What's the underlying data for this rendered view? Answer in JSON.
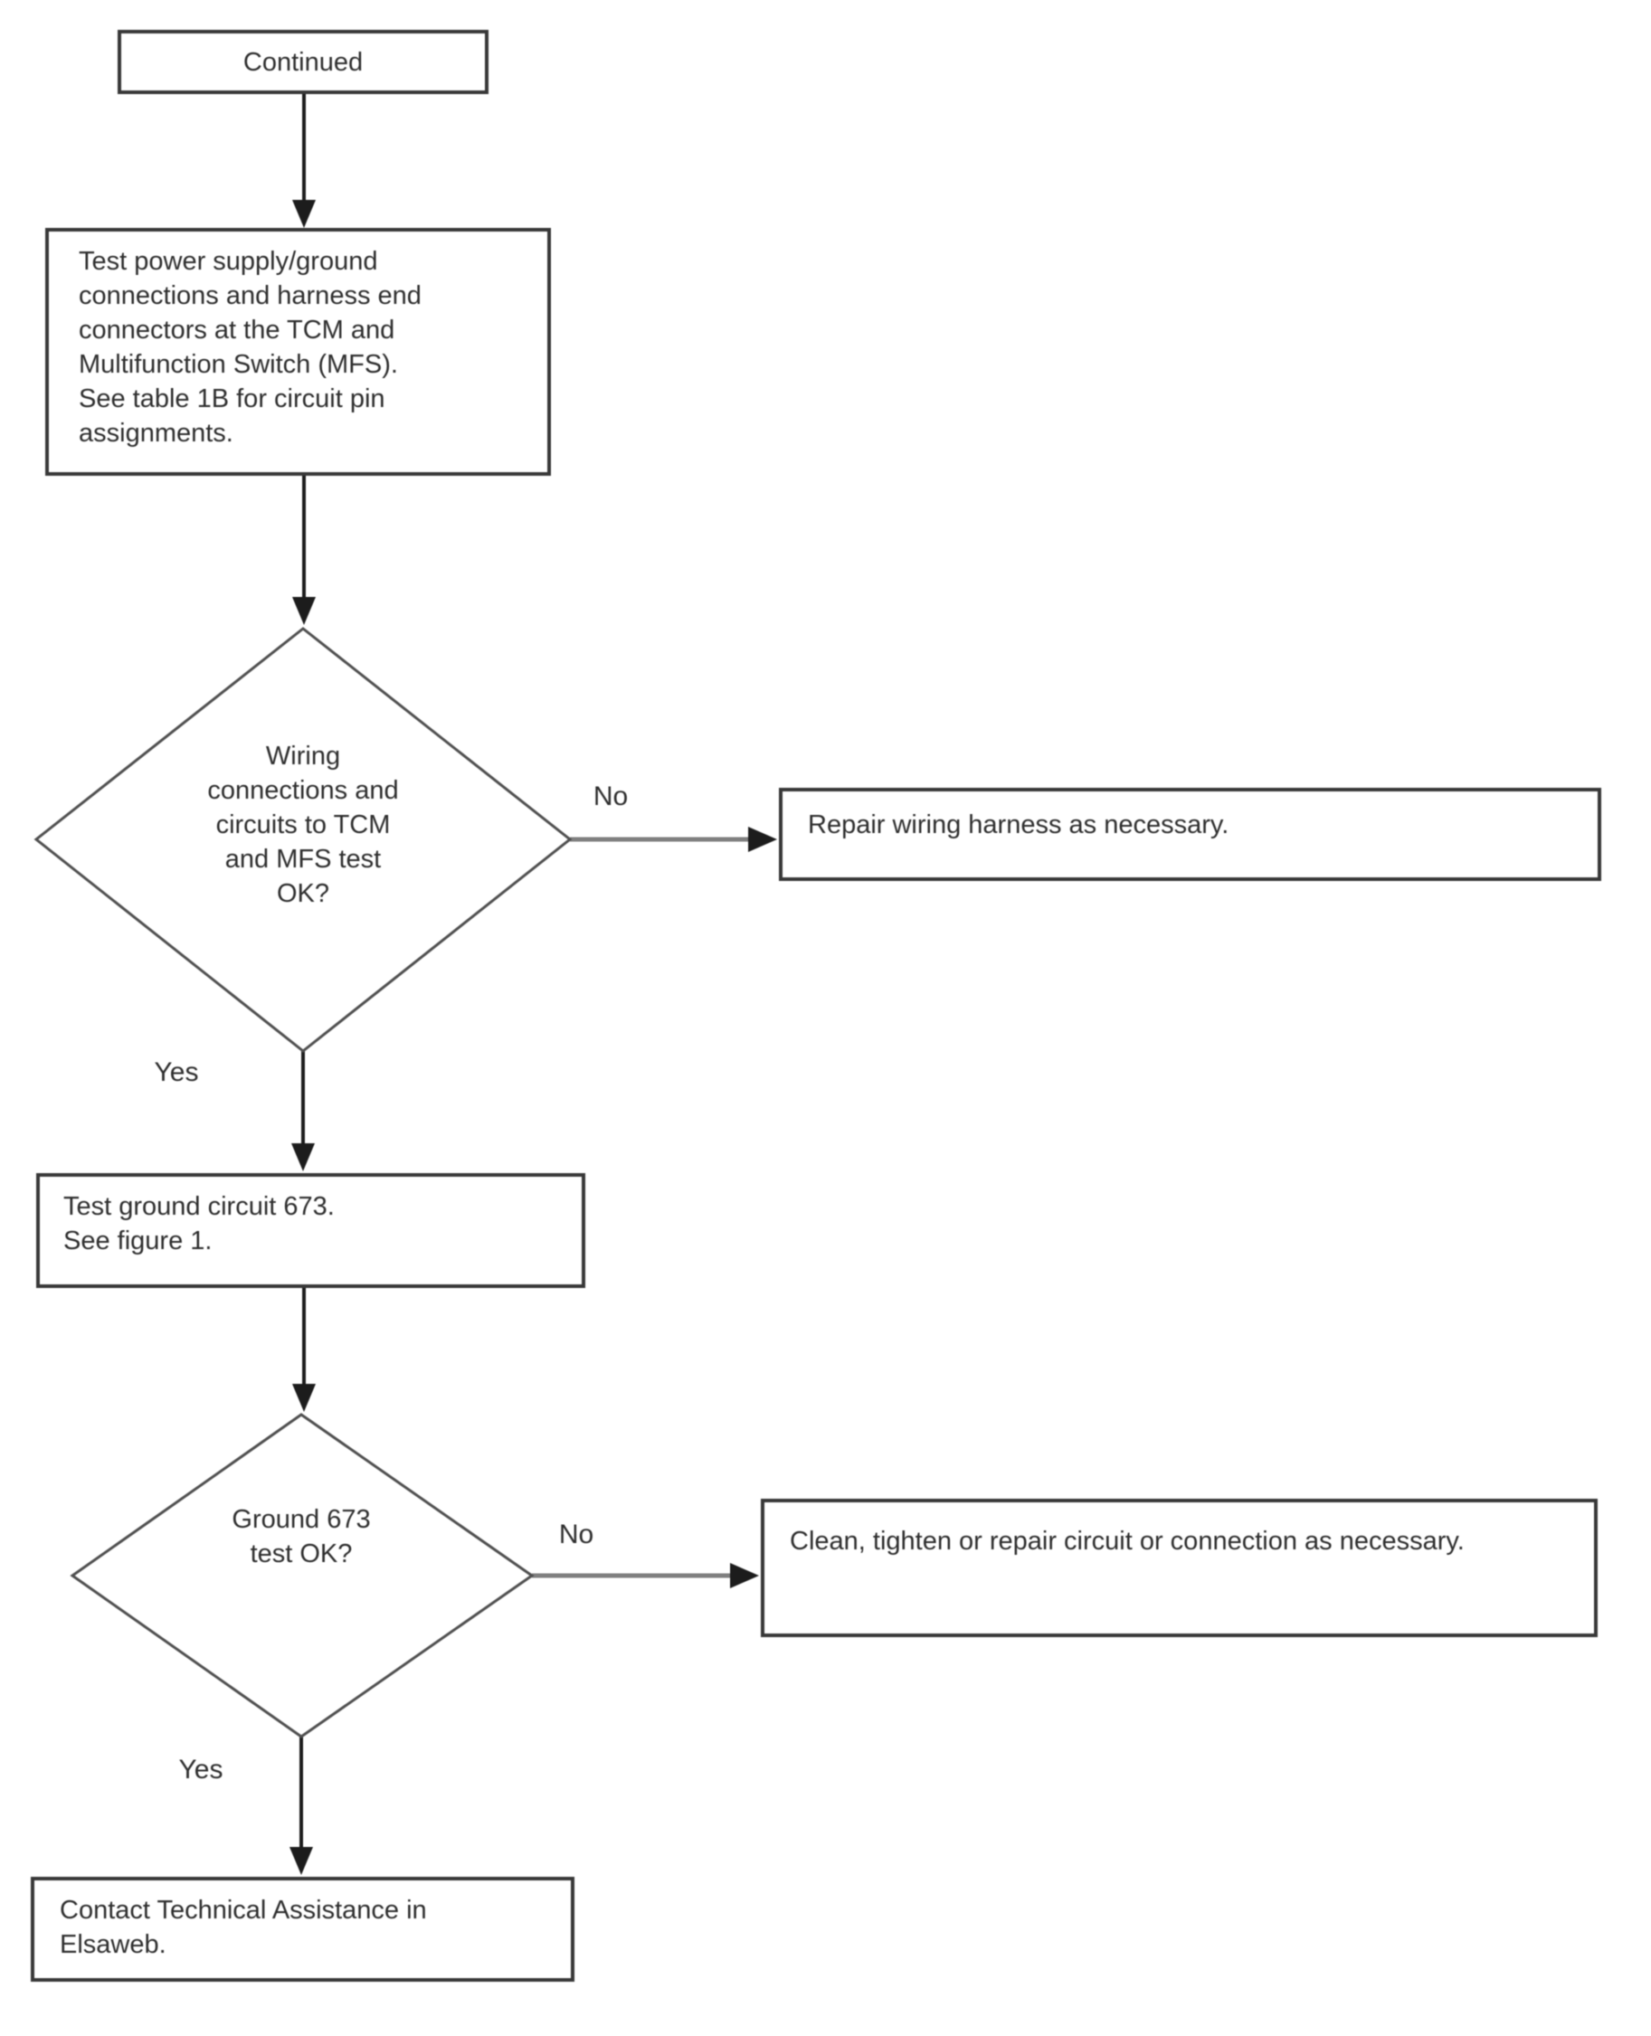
{
  "nodes": {
    "continued": {
      "text": "Continued"
    },
    "test_power_supply": {
      "text": "Test power supply/ground\nconnections and harness end\nconnectors at the TCM and\nMultifunction Switch (MFS).\nSee table 1B for circuit pin\nassignments."
    },
    "wiring_decision": {
      "text": "Wiring\nconnections and\ncircuits to TCM\nand MFS test\nOK?"
    },
    "repair_wiring": {
      "text": "Repair wiring harness as necessary."
    },
    "test_ground": {
      "text": "Test ground circuit 673.\nSee figure 1."
    },
    "ground_decision": {
      "text": "Ground 673\ntest OK?"
    },
    "clean_tighten": {
      "text": "Clean, tighten or repair circuit or connection as necessary."
    },
    "contact_assistance": {
      "text": "Contact Technical Assistance in\nElsaweb."
    }
  },
  "edge_labels": {
    "wiring_no": "No",
    "wiring_yes": "Yes",
    "ground_no": "No",
    "ground_yes": "Yes"
  },
  "colors": {
    "background": "#ffffff",
    "box_border": "#383838",
    "diamond_border": "#4f4f4f",
    "arrow_dark": "#1c1c1c",
    "connector_gray": "#7f7f7f",
    "text": "#2e2e2e"
  }
}
